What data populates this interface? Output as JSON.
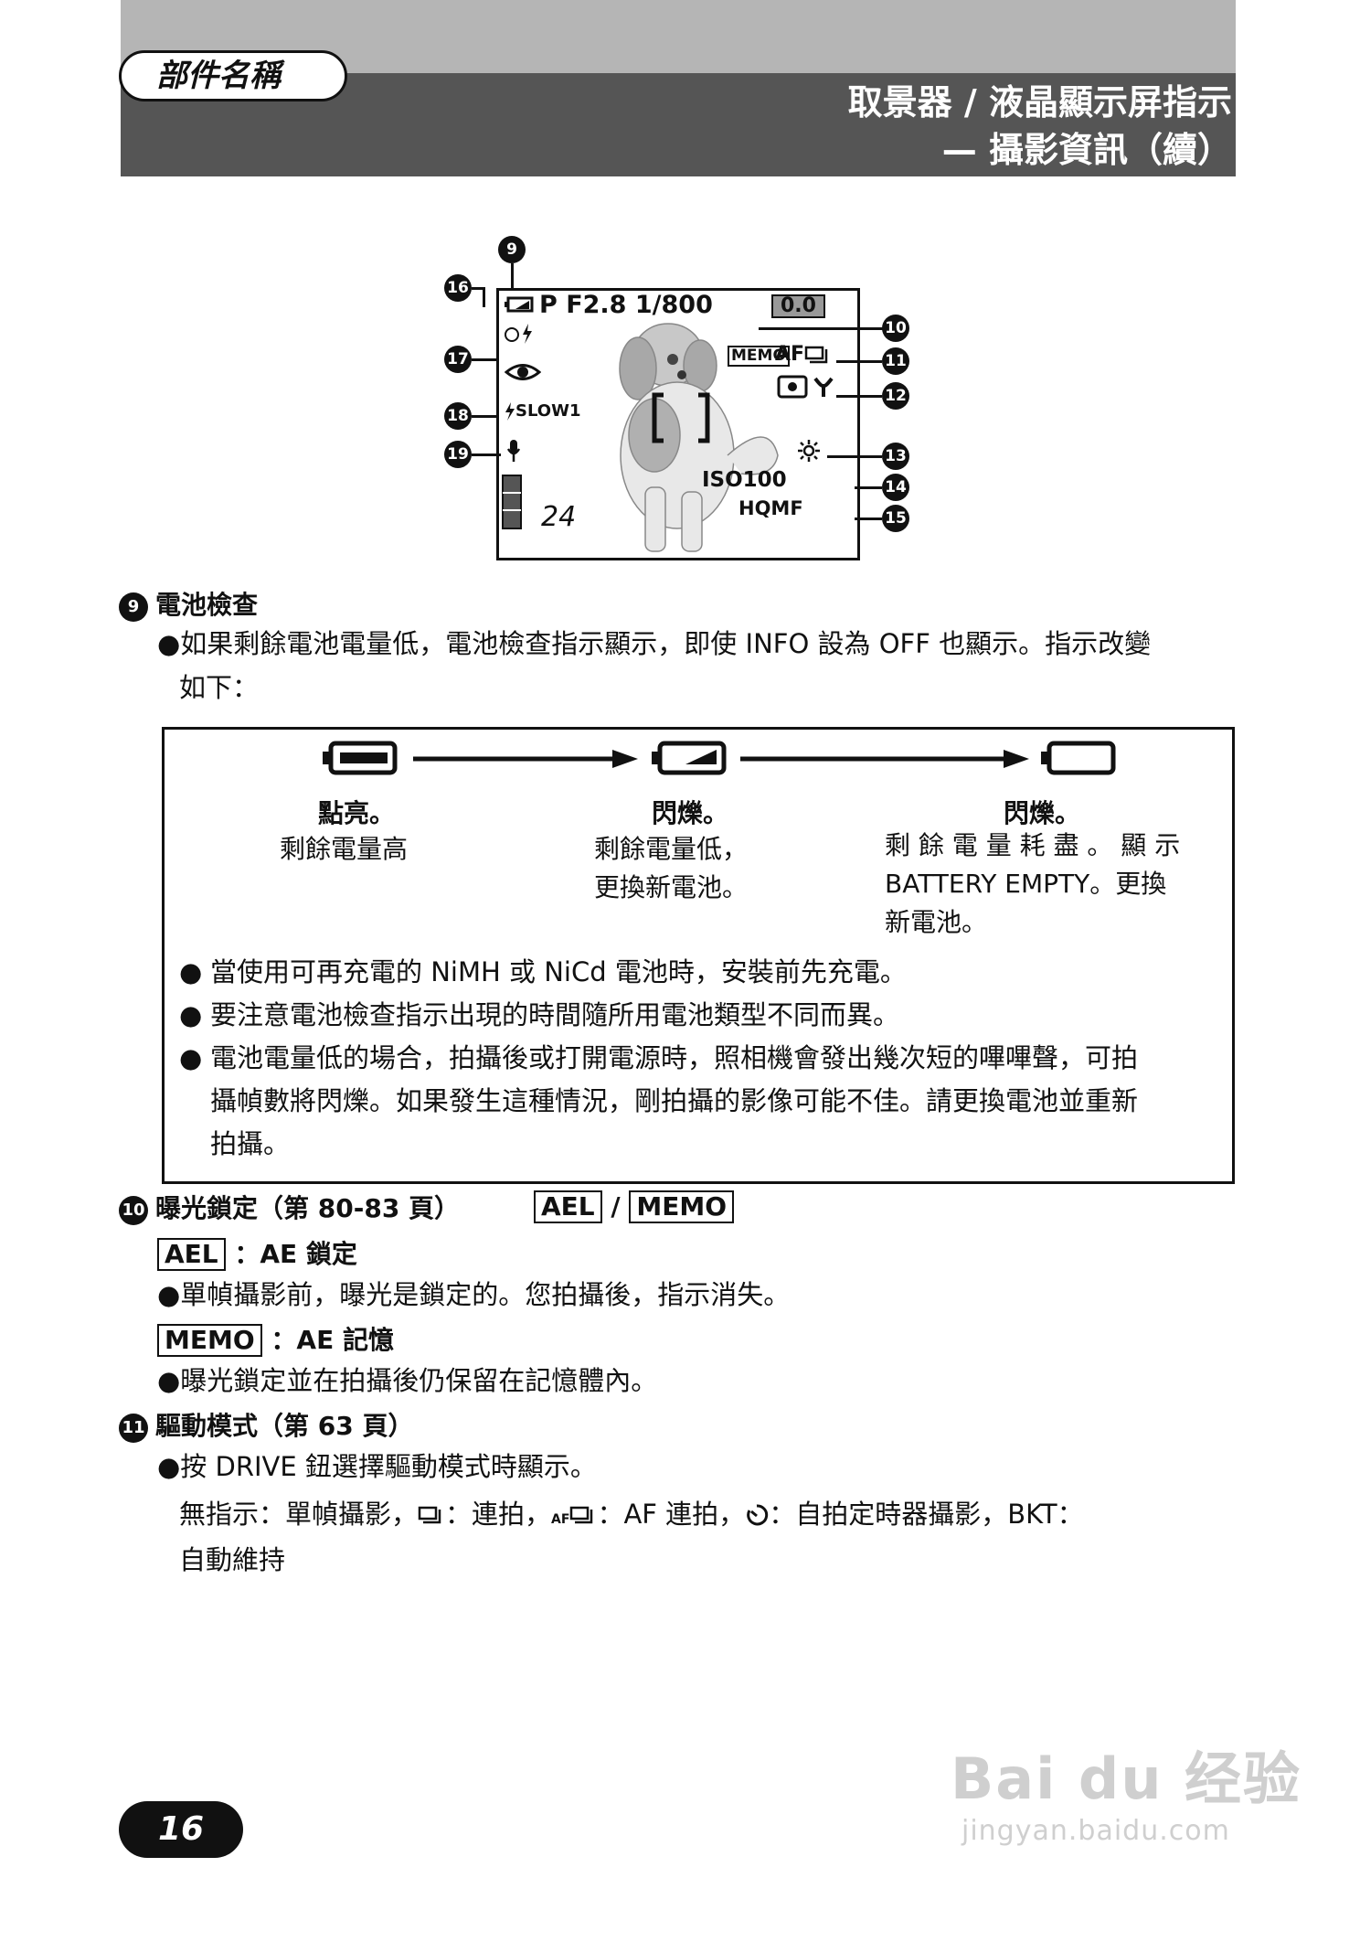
{
  "header": {
    "section": "部件名稱",
    "title_line1": "取景器 / 液晶顯示屏指示",
    "title_line2": "— 攝影資訊（續）"
  },
  "lcd": {
    "top_row": "P  F2.8  1/800",
    "exposure_comp": "0.0",
    "memo": "MEMO",
    "af": "AF",
    "slow": "SLOW1",
    "iso": "ISO100",
    "quality": "HQMF",
    "frames": "24",
    "callouts": [
      "9",
      "10",
      "11",
      "12",
      "13",
      "14",
      "15",
      "16",
      "17",
      "18",
      "19"
    ]
  },
  "section9": {
    "num": "9",
    "title": "電池檢查",
    "bullet_line1": "●如果剩餘電池電量低，電池檢查指示顯示，即使 INFO 設為 OFF 也顯示。指示改變",
    "bullet_line2": "如下："
  },
  "battery_box": {
    "states": [
      {
        "title": "點亮。",
        "desc": [
          "剩餘電量高"
        ]
      },
      {
        "title": "閃爍。",
        "desc": [
          "剩餘電量低，",
          "更換新電池。"
        ]
      },
      {
        "title": "閃爍。",
        "desc": [
          "剩 餘 電 量 耗 盡 。 顯 示",
          "BATTERY EMPTY。更換",
          "新電池。"
        ]
      }
    ],
    "notes": [
      [
        "當使用可再充電的 NiMH 或 NiCd 電池時，安裝前先充電。"
      ],
      [
        "要注意電池檢查指示出現的時間隨所用電池類型不同而異。"
      ],
      [
        "電池電量低的場合，拍攝後或打開電源時，照相機會發出幾次短的嗶嗶聲，可拍",
        "攝幀數將閃爍。如果發生這種情況，剛拍攝的影像可能不佳。請更換電池並重新",
        "拍攝。"
      ]
    ]
  },
  "section10": {
    "num": "10",
    "title": "曝光鎖定（第 80-83 頁）",
    "tag_ael": "AEL",
    "tag_sep": "/",
    "tag_memo": "MEMO",
    "ael_label": "AEL",
    "ael_desc": "：AE  鎖定",
    "ael_bullet": "●單幀攝影前，曝光是鎖定的。您拍攝後，指示消失。",
    "memo_label": "MEMO",
    "memo_desc": "：AE  記憶",
    "memo_bullet": "●曝光鎖定並在拍攝後仍保留在記憶體內。"
  },
  "section11": {
    "num": "11",
    "title": "驅動模式（第 63 頁）",
    "bullet": "●按 DRIVE 鈕選擇驅動模式時顯示。",
    "line1_a": "無指示：單幀攝影，",
    "line1_b": "：連拍，",
    "line1_af": "AF",
    "line1_c": "：AF 連拍，",
    "line1_d": "：自拍定時器攝影，BKT：",
    "line2": "自動維持"
  },
  "page_number": "16",
  "watermark": {
    "main": "Bai du 经验",
    "sub": "jingyan.baidu.com"
  },
  "icons": [
    "battery-full-icon",
    "battery-half-icon",
    "battery-empty-icon",
    "arrow-right-icon",
    "sequential-icon",
    "self-timer-icon",
    "eye-icon",
    "flash-icon",
    "mic-icon",
    "sun-icon",
    "macro-icon",
    "spot-icon"
  ]
}
